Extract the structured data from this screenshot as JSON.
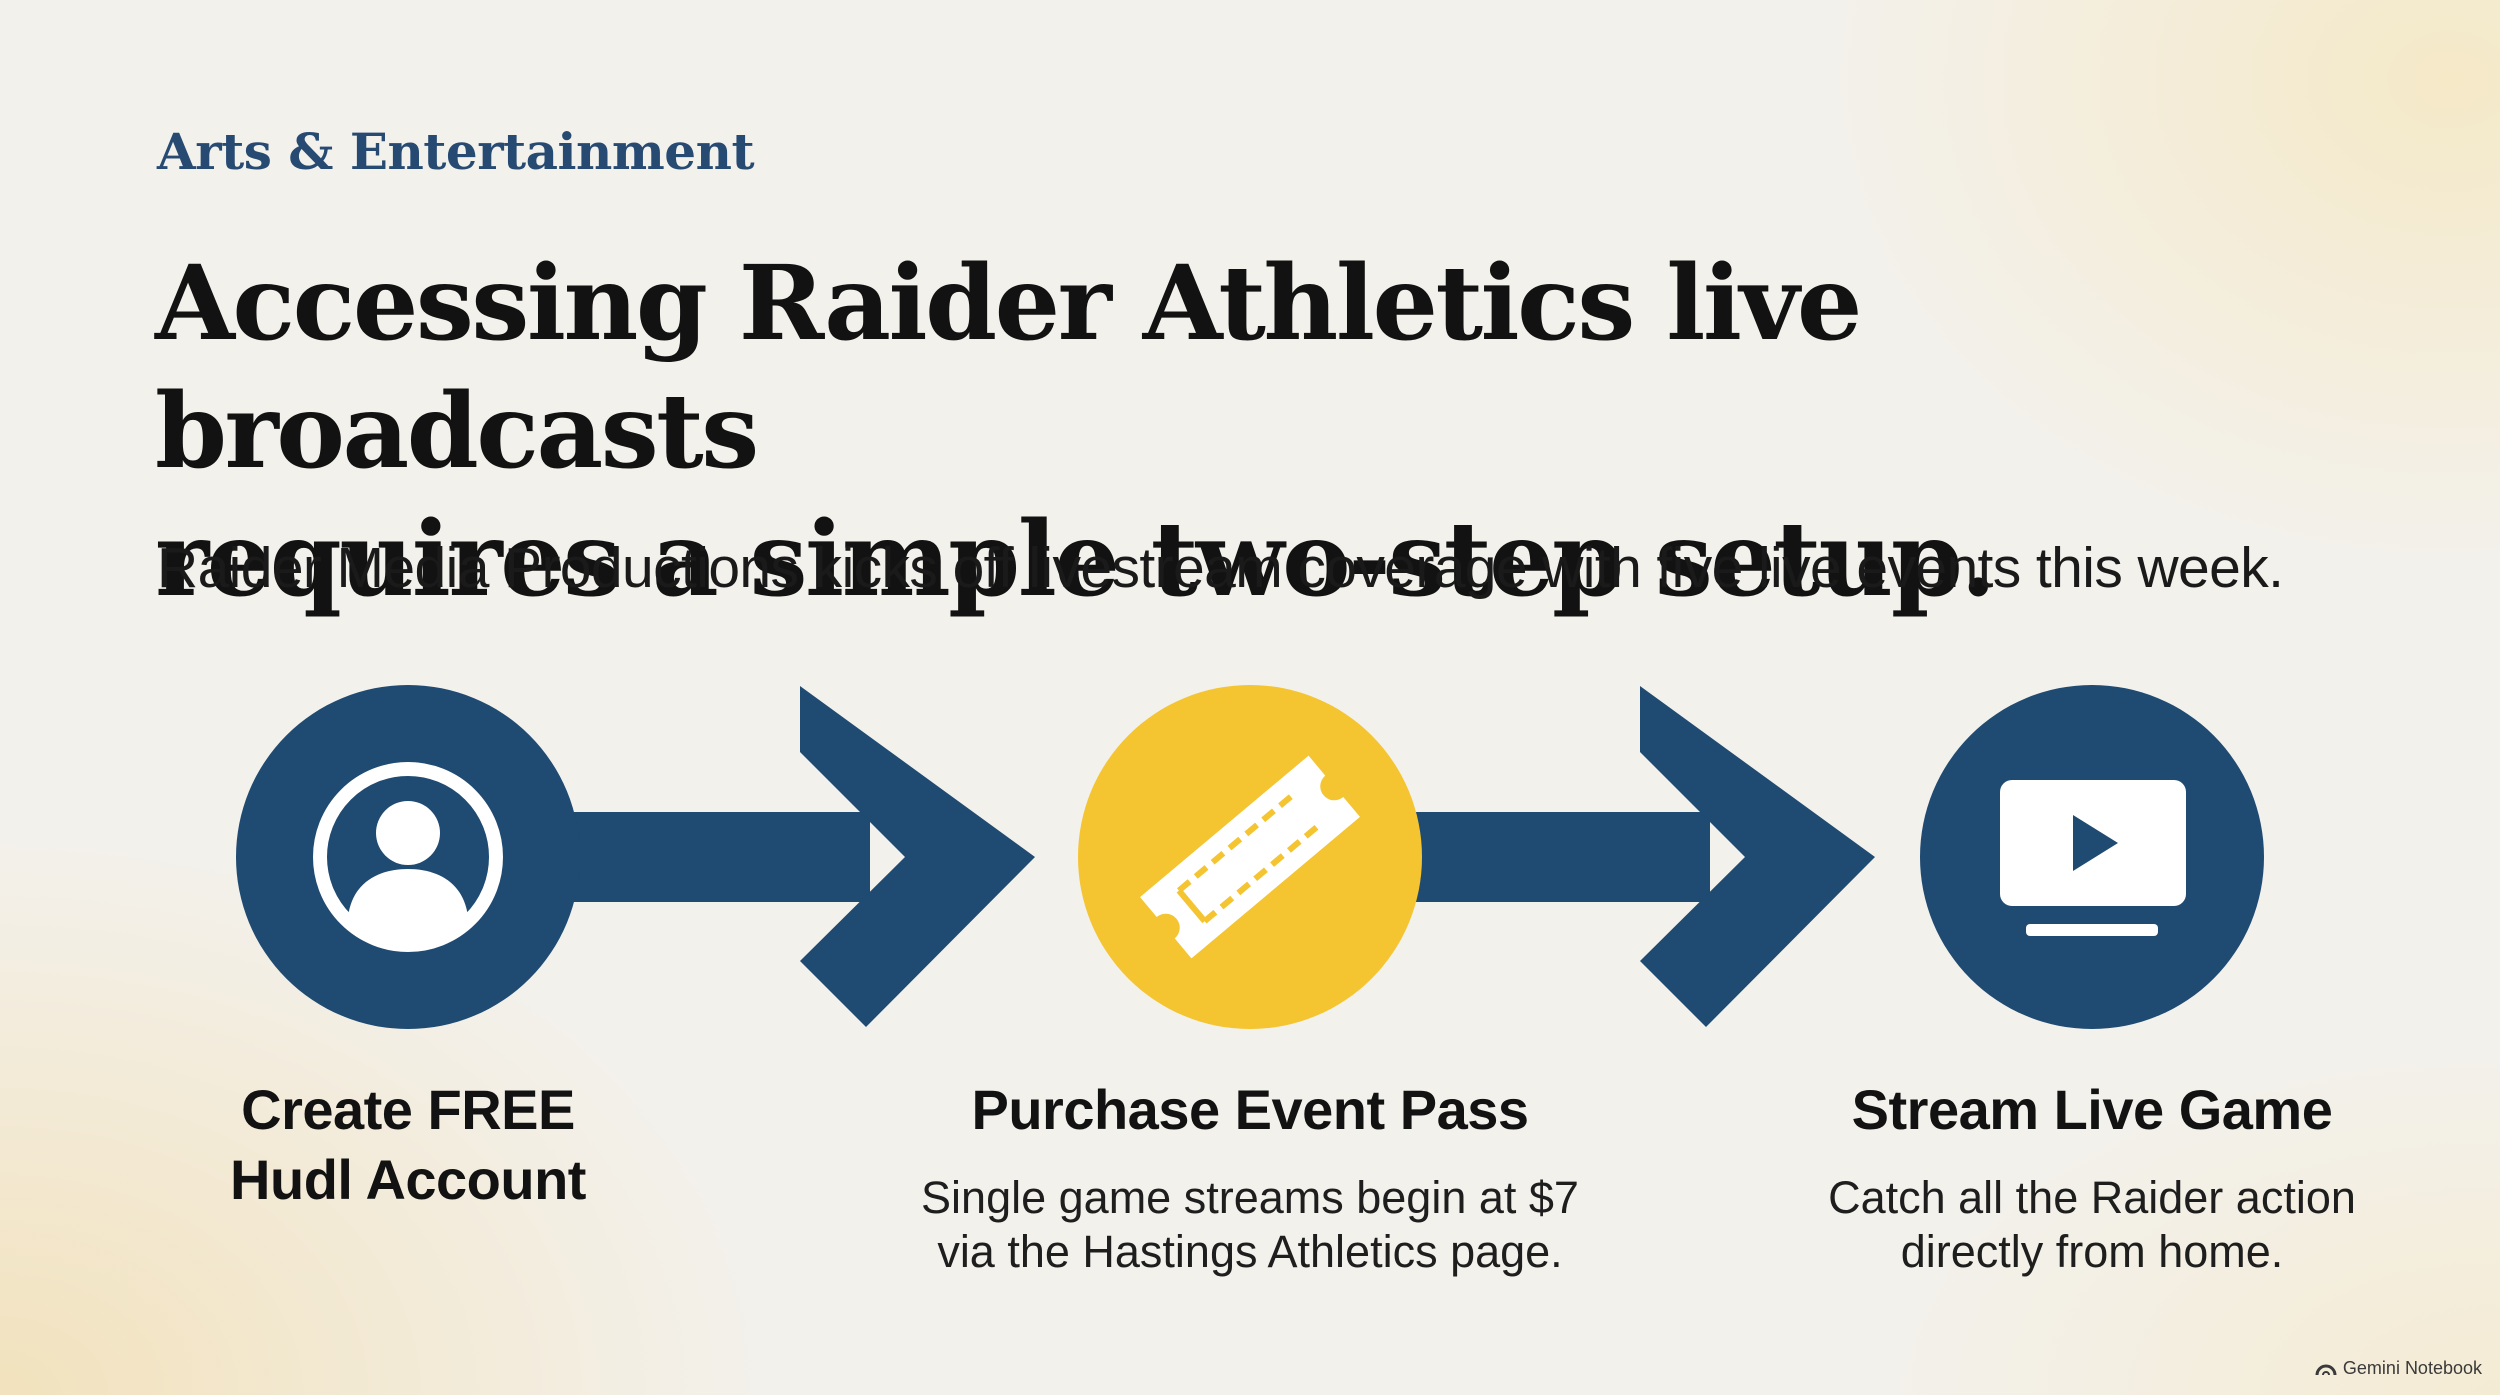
{
  "section": {
    "label": "Arts & Entertainment"
  },
  "headline": {
    "line1": "Accessing Raider Athletics live broadcasts",
    "line2": "requires a simple two-step setup."
  },
  "subhead": "Raider Media Productions kicks off livestream coverage with five live events this week.",
  "steps": [
    {
      "icon": "user-account-icon",
      "title_line1": "Create FREE",
      "title_line2": "Hudl Account",
      "color": "#1f4a72"
    },
    {
      "icon": "ticket-icon",
      "title_line1": "Purchase Event Pass",
      "desc_line1": "Single game streams begin at $7",
      "desc_line2": "via the Hastings Athletics page.",
      "color": "#f4c431"
    },
    {
      "icon": "video-play-icon",
      "title_line1": "Stream Live Game",
      "desc_line1": "Catch all the Raider action",
      "desc_line2": "directly from home.",
      "color": "#1f4a72"
    }
  ],
  "colors": {
    "navy": "#1f4a72",
    "gold": "#f4c431",
    "label": "#274a72"
  },
  "brand": {
    "label": "Gemini Notebook",
    "icon": "gemini-notebook-icon"
  }
}
